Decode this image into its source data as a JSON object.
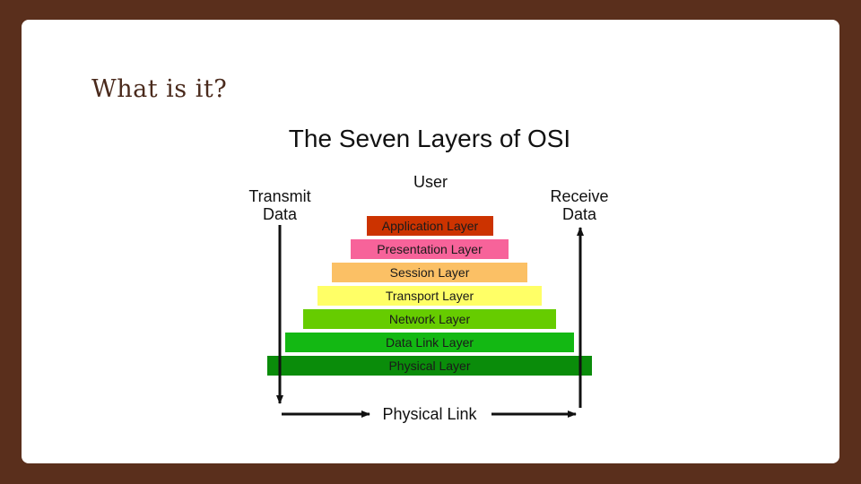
{
  "slide": {
    "title": "What is it?"
  },
  "diagram": {
    "title": "The Seven Layers of OSI",
    "user_label": "User",
    "transmit_label": "Transmit\nData",
    "receive_label": "Receive\nData",
    "physical_link_label": "Physical Link",
    "layers": [
      {
        "label": "Application Layer",
        "color": "#cc3300"
      },
      {
        "label": "Presentation Layer",
        "color": "#f7639a"
      },
      {
        "label": "Session Layer",
        "color": "#fbc065"
      },
      {
        "label": "Transport Layer",
        "color": "#ffff66"
      },
      {
        "label": "Network Layer",
        "color": "#66cc00"
      },
      {
        "label": "Data Link Layer",
        "color": "#13b813"
      },
      {
        "label": "Physical Layer",
        "color": "#0a8c0a"
      }
    ]
  }
}
